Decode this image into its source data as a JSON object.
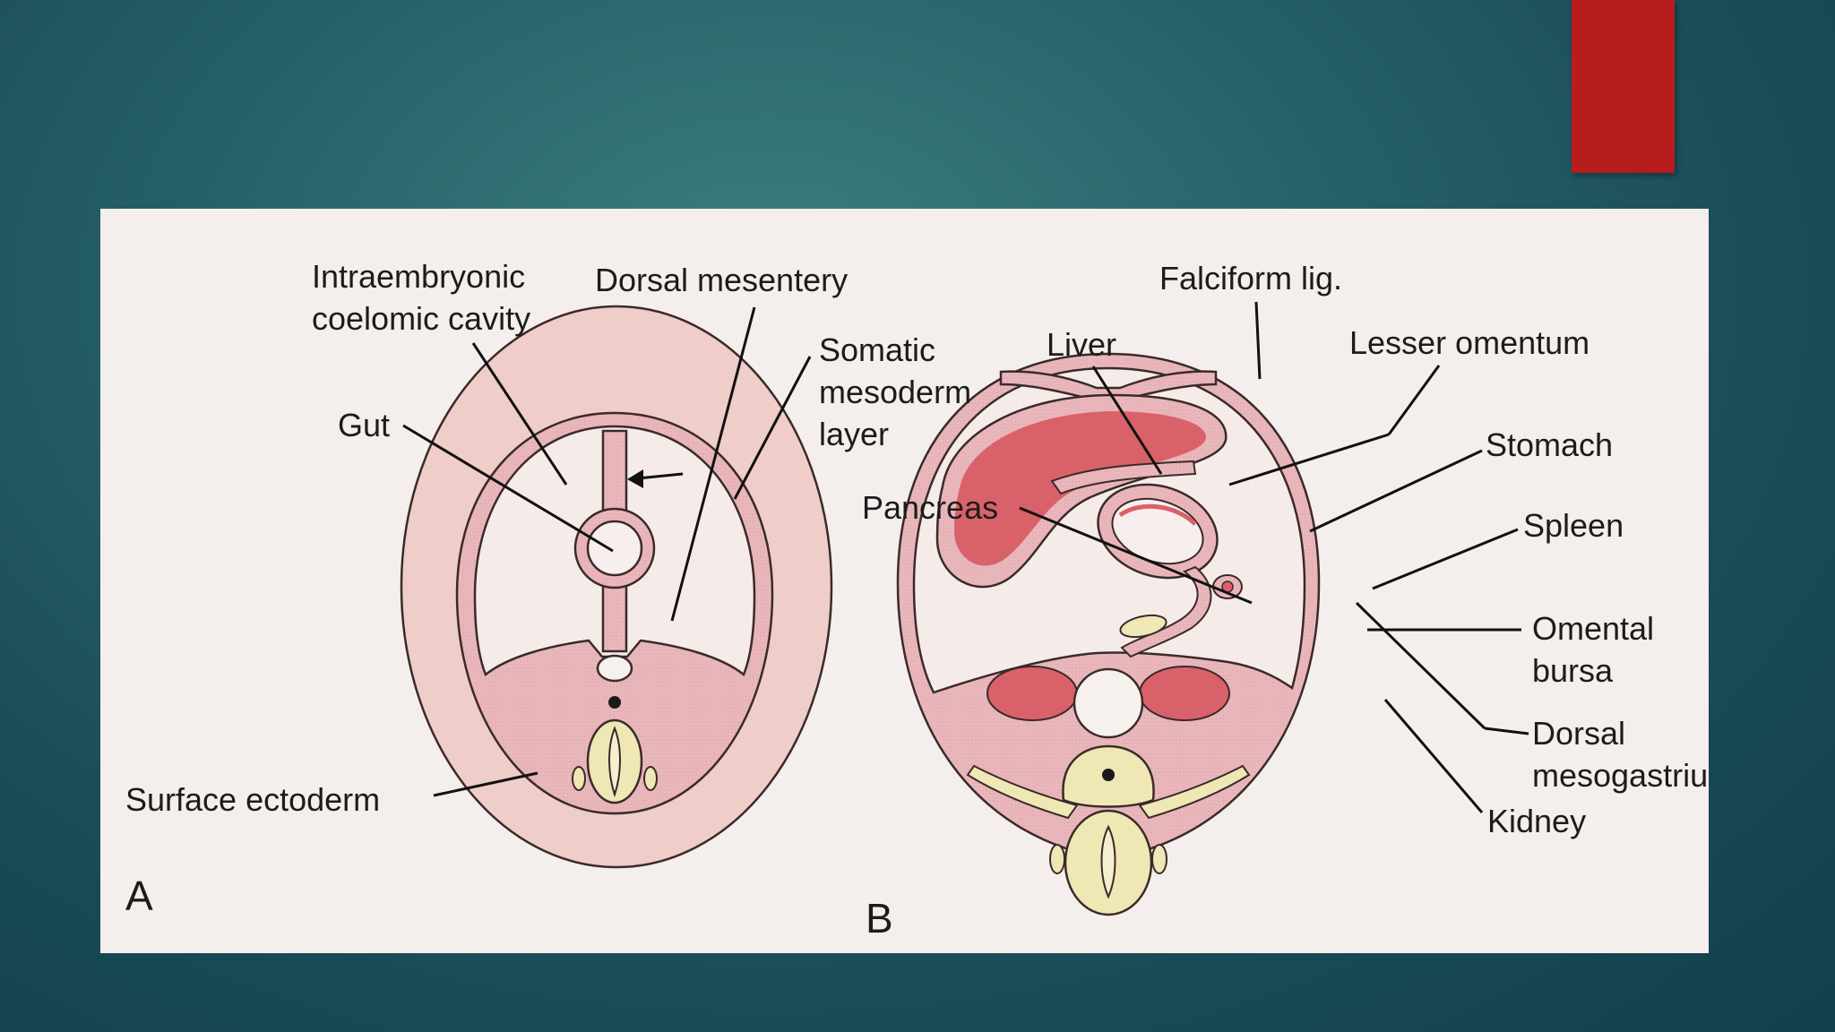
{
  "slide": {
    "accent_color": "#b71d1c",
    "background_color": "#1f5662"
  },
  "figure": {
    "panel_a": {
      "letter": "A",
      "labels": {
        "intraembryonic": "Intraembryonic\ncoelomic cavity",
        "dorsal_mesentery": "Dorsal mesentery",
        "somatic": "Somatic\nmesoderm\nlayer",
        "gut": "Gut",
        "surface_ectoderm": "Surface ectoderm"
      }
    },
    "panel_b": {
      "letter": "B",
      "labels": {
        "falciform": "Falciform lig.",
        "liver": "Liver",
        "lesser_omentum": "Lesser omentum",
        "stomach": "Stomach",
        "pancreas": "Pancreas",
        "spleen": "Spleen",
        "omental_bursa": "Omental\nbursa",
        "dorsal_mesogastrium": "Dorsal\nmesogastrium",
        "kidney": "Kidney"
      }
    }
  }
}
